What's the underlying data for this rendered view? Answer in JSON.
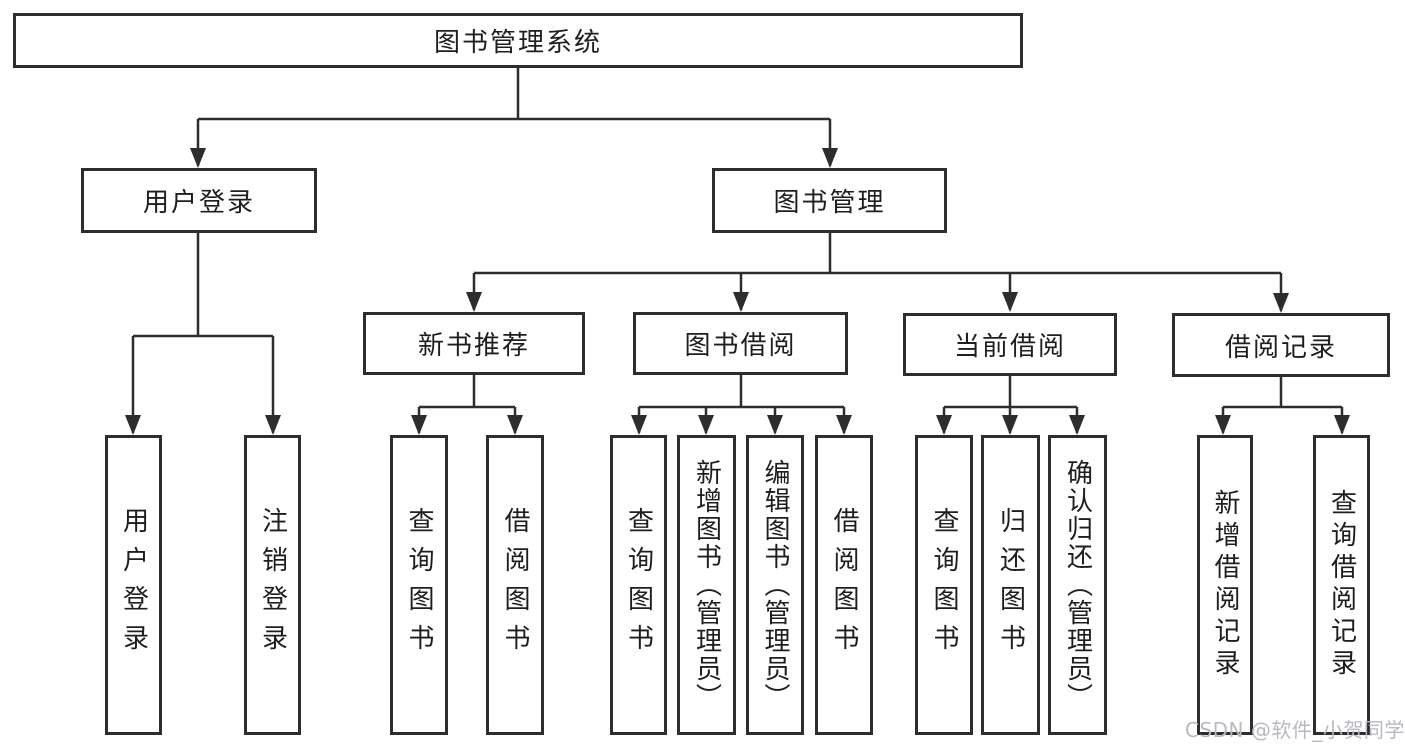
{
  "diagram": {
    "title": "图书管理系统",
    "tree": {
      "label": "图书管理系统",
      "children": [
        {
          "label": "用户登录",
          "children": [
            {
              "label": "用户登录"
            },
            {
              "label": "注销登录"
            }
          ]
        },
        {
          "label": "图书管理",
          "children": [
            {
              "label": "新书推荐",
              "children": [
                {
                  "label": "查询图书"
                },
                {
                  "label": "借阅图书"
                }
              ]
            },
            {
              "label": "图书借阅",
              "children": [
                {
                  "label": "查询图书"
                },
                {
                  "label": "新增图书（管理员）"
                },
                {
                  "label": "编辑图书（管理员）"
                },
                {
                  "label": "借阅图书"
                }
              ]
            },
            {
              "label": "当前借阅",
              "children": [
                {
                  "label": "查询图书"
                },
                {
                  "label": "归还图书"
                },
                {
                  "label": "确认归还（管理员）"
                }
              ]
            },
            {
              "label": "借阅记录",
              "children": [
                {
                  "label": "新增借阅记录"
                },
                {
                  "label": "查询借阅记录"
                }
              ]
            }
          ]
        }
      ]
    },
    "watermark": "CSDN @软件_小贺同学",
    "colors": {
      "line": "#2d2d2d",
      "box_border": "#2d2d2d",
      "text": "#1e1e1e",
      "background": "#ffffff",
      "watermark": "#b6bac0"
    }
  }
}
